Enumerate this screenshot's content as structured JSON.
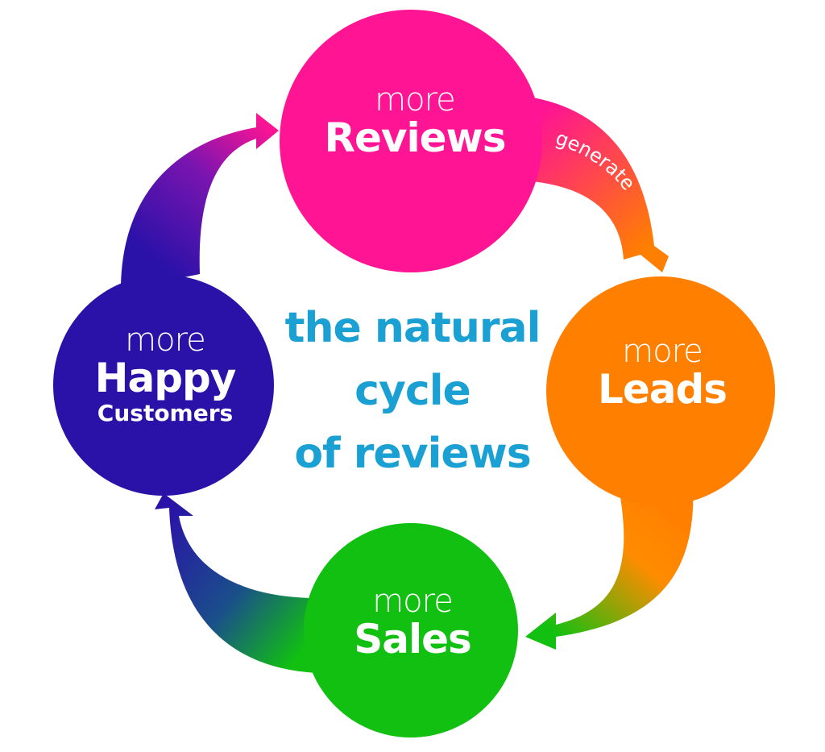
{
  "colors": {
    "reviews": "#ff1493",
    "leads": "#ff7f00",
    "sales": "#11c011",
    "customers": "#2a12a8",
    "title": "#1aa0d2"
  },
  "nodes": {
    "reviews": {
      "small": "more",
      "big": "Reviews"
    },
    "leads": {
      "small": "more",
      "big": "Leads"
    },
    "sales": {
      "small": "more",
      "big": "Sales"
    },
    "customers": {
      "small": "more",
      "big": "Happy",
      "sub": "Customers"
    }
  },
  "arrow_label": "generate",
  "title": {
    "line1": "the natural",
    "line2": "cycle",
    "line3": "of reviews"
  }
}
